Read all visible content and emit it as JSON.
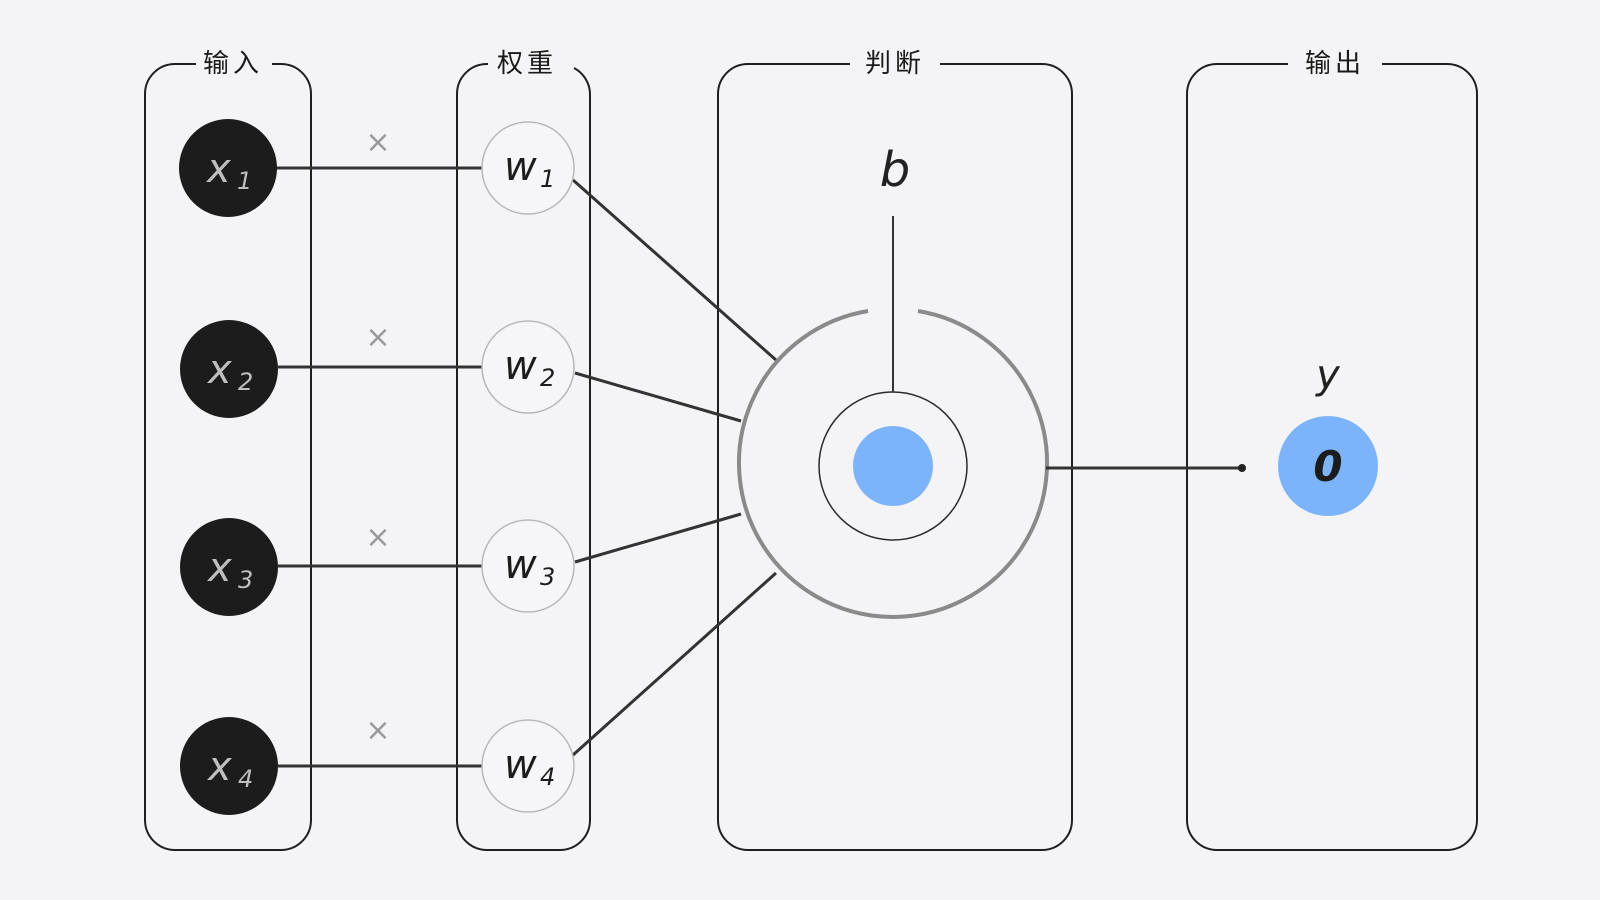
{
  "panels": {
    "input": "输入",
    "weight": "权重",
    "judge": "判断",
    "output": "输出"
  },
  "inputs": [
    {
      "var": "x",
      "sub": "1"
    },
    {
      "var": "x",
      "sub": "2"
    },
    {
      "var": "x",
      "sub": "3"
    },
    {
      "var": "x",
      "sub": "4"
    }
  ],
  "weights": [
    {
      "var": "w",
      "sub": "1"
    },
    {
      "var": "w",
      "sub": "2"
    },
    {
      "var": "w",
      "sub": "3"
    },
    {
      "var": "w",
      "sub": "4"
    }
  ],
  "multiply_symbol": "×",
  "bias_label": "b",
  "output": {
    "var": "y",
    "value": "0"
  },
  "colors": {
    "background": "#f4f4f6",
    "input_node": "#1c1c1c",
    "accent_blue": "#7cb4fb",
    "ring": "#8a8a8a"
  }
}
